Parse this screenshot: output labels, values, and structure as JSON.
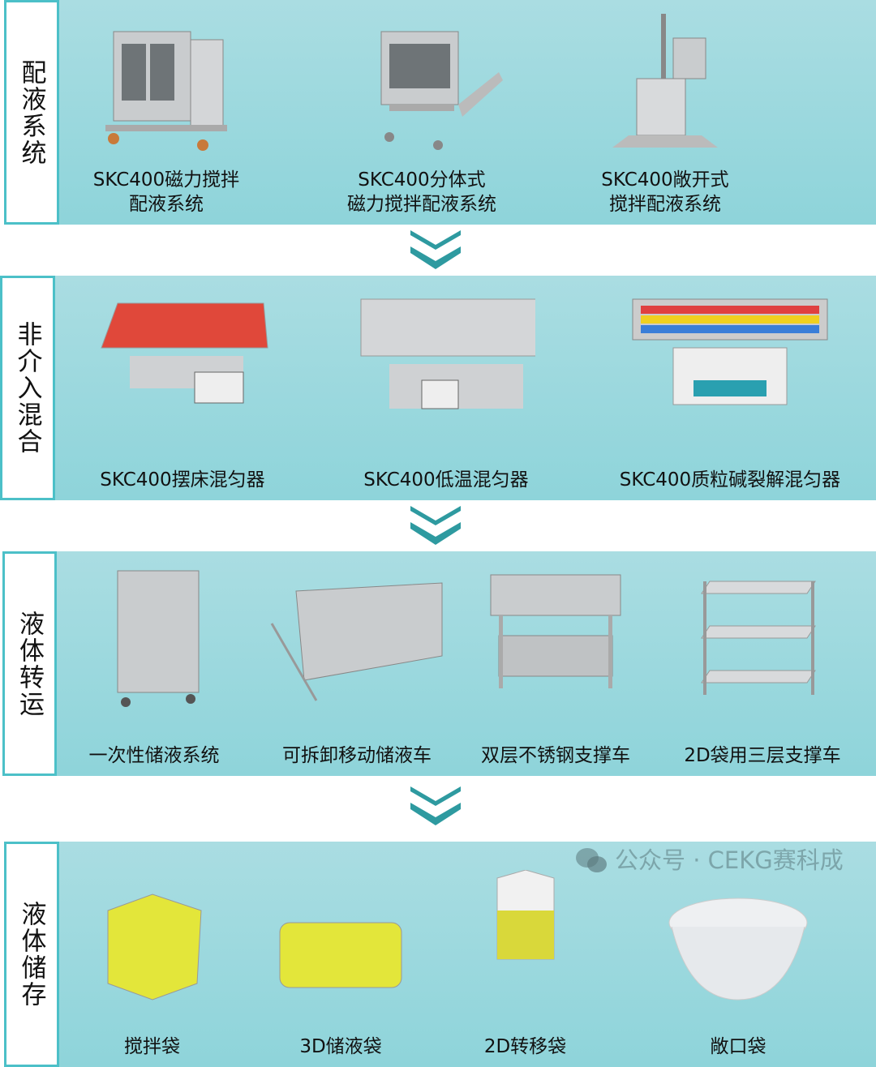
{
  "sections": [
    {
      "label": "配液系统",
      "items": [
        "SKC400磁力搅拌\n配液系统",
        "SKC400分体式\n磁力搅拌配液系统",
        "SKC400敞开式\n搅拌配液系统"
      ]
    },
    {
      "label": "非介入混合",
      "items": [
        "SKC400摆床混匀器",
        "SKC400低温混匀器",
        "SKC400质粒碱裂解混匀器"
      ]
    },
    {
      "label": "液体转运",
      "items": [
        "一次性储液系统",
        "可拆卸移动储液车",
        "双层不锈钢支撑车",
        "2D袋用三层支撑车"
      ]
    },
    {
      "label": "液体储存",
      "items": [
        "搅拌袋",
        "3D储液袋",
        "2D转移袋",
        "敞口袋"
      ]
    }
  ],
  "watermark": {
    "icon": "wechat-icon",
    "text": "公众号 · CEKG赛科成"
  },
  "colors": {
    "panel": "#8ed4da",
    "border": "#4cc0c8",
    "arrow": "#2e9aa0"
  }
}
